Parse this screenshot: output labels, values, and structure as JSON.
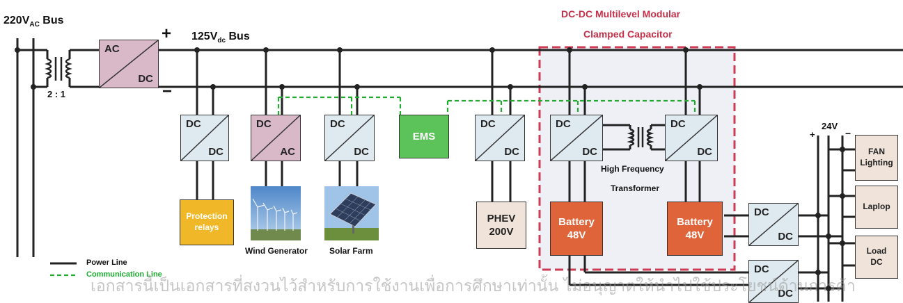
{
  "labels": {
    "ac_bus": "220VAC Bus",
    "ac_bus_main": "220V",
    "ac_bus_sub": "AC",
    "ac_bus_tail": " Bus",
    "dc_bus_main": "125V",
    "dc_bus_sub": "dc",
    "dc_bus_tail": " Bus",
    "plus": "+",
    "minus": "−",
    "ratio": "2 : 1",
    "mmcc_title_line1": "DC-DC Multilevel Modular",
    "mmcc_title_line2": "Clamped Capacitor",
    "hf_transformer_line1": "High Frequency",
    "hf_transformer_line2": "Transformer",
    "v24": "24V",
    "v24_plus": "+",
    "v24_minus": "−"
  },
  "converters": {
    "ac_dc_main": {
      "top": "AC",
      "bottom": "DC"
    },
    "protection_conv": {
      "top": "DC",
      "bottom": "DC"
    },
    "wind_conv": {
      "top": "DC",
      "bottom": "AC"
    },
    "solar_conv": {
      "top": "DC",
      "bottom": "DC"
    },
    "phev_conv": {
      "top": "DC",
      "bottom": "DC"
    },
    "mmcc_left_conv": {
      "top": "DC",
      "bottom": "DC"
    },
    "mmcc_right_conv": {
      "top": "DC",
      "bottom": "DC"
    },
    "low_conv_1": {
      "top": "DC",
      "bottom": "DC"
    },
    "low_conv_2": {
      "top": "DC",
      "bottom": "DC"
    }
  },
  "blocks": {
    "ems": "EMS",
    "protection_line1": "Protection",
    "protection_line2": "relays",
    "phev_line1": "PHEV",
    "phev_line2": "200V",
    "battery_left_line1": "Battery",
    "battery_left_line2": "48V",
    "battery_right_line1": "Battery",
    "battery_right_line2": "48V",
    "fan_line1": "FAN",
    "fan_line2": "Lighting",
    "laptop": "Laplop",
    "load_line1": "Load",
    "load_line2": "DC"
  },
  "captions": {
    "wind": "Wind Generator",
    "solar": "Solar Farm"
  },
  "legend": {
    "power": "Power Line",
    "communication": "Communication Line"
  },
  "watermark": "เอกสารนี้เป็นเอกสารที่สงวนไว้สำหรับการใช้งานเพื่อการศึกษาเท่านั้น ไม่อนุญาตให้นำไปใช้ประโยชน์ด้านการค้า",
  "colors": {
    "converter_fill": "#dfeaf0",
    "ac_converter_fill": "#d9b9c8",
    "ems_fill": "#5cc25a",
    "protection_fill": "#f0b828",
    "battery_fill": "#e0643a",
    "phev_fill": "#efe3da",
    "load_fill": "#efe3da",
    "mmcc_border": "#d03a55",
    "mmcc_fill": "#eef0f5",
    "comm_line": "#22aa33"
  }
}
